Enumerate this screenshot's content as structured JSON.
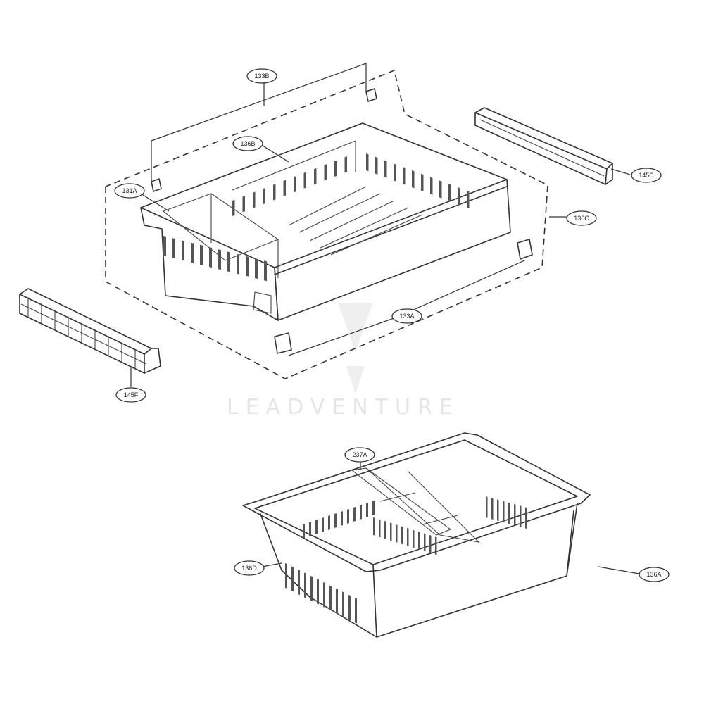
{
  "watermark": "LEADVENTURE",
  "callouts": {
    "c133B": "133B",
    "c136B": "136B",
    "c131A": "131A",
    "c145C": "145C",
    "c136C": "136C",
    "c133A": "133A",
    "c145F": "145F",
    "c237A": "237A",
    "c136D": "136D",
    "c136A": "136A"
  }
}
